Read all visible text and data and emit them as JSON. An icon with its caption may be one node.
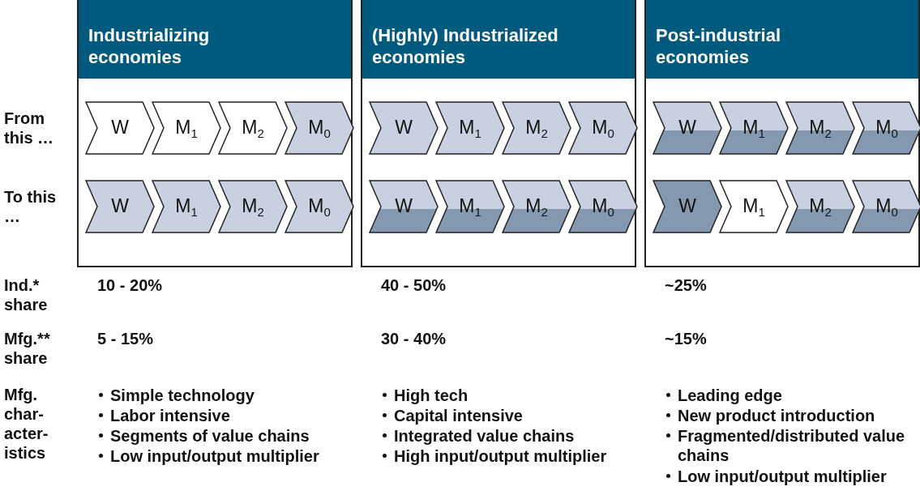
{
  "diagram": {
    "nodes": [
      {
        "text": [
          "Industrializing economies"
        ]
      },
      {
        "text": [
          "W"
        ],
        "in": 0
      },
      {
        "text": [
          "M$_{1}$"
        ],
        "in": 0
      },
      {
        "text": [
          "M$_{2}$"
        ],
        "in": 0
      },
      {
        "text": [
          "M$_{0}$"
        ],
        "in": 0
      },
      {
        "text": [
          "W"
        ],
        "in": 0
      },
      {
        "text": [
          "M$_{1}$"
        ],
        "in": 0
      },
      {
        "text": [
          "M$_{2}$"
        ],
        "in": 0
      },
      {
        "text": [
          "M$_{0}$"
        ],
        "in": 0
      },
      {
        "text": [
          "(Highly) Industrialized economies"
        ]
      },
      {
        "text": [
          "W"
        ],
        "in": 9
      },
      {
        "text": [
          "M$_{1}$"
        ],
        "in": 9
      },
      {
        "text": [
          "M$_{2}$"
        ],
        "in": 9
      },
      {
        "text": [
          "M$_{0}$"
        ],
        "in": 9
      },
      {
        "text": [
          "W"
        ],
        "in": 9
      },
      {
        "text": [
          "M$_{1}$"
        ],
        "in": 9
      },
      {
        "text": [
          "M$_{2}$"
        ],
        "in": 9
      },
      {
        "text": [
          "M$_{0}$"
        ],
        "in": 9
      },
      {
        "text": [
          "Post-industrial economies"
        ]
      },
      {
        "text": [
          "W"
        ],
        "in": 18
      },
      {
        "text": [
          "M$_{1}$"
        ],
        "in": 18
      },
      {
        "text": [
          "M$_{2}$"
        ],
        "in": 18
      },
      {
        "text": [
          "M$_{0}$"
        ],
        "in": 18
      },
      {
        "text": [
          "W"
        ],
        "in": 18
      },
      {
        "text": [
          "M$_{1}$"
        ],
        "in": 18
      },
      {
        "text": [
          "M$_{2}$"
        ],
        "in": 18
      },
      {
        "text": [
          "M$_{0}$"
        ],
        "in": 18
      }
    ],
    "edges": [],
    "labels": [
      "From this …",
      "To this …",
      "Ind.* share",
      "10 - 20%",
      "40 - 50%",
      "~25%",
      "Mfg.** share",
      "5 - 15%",
      "30 - 40%",
      "~15%",
      "Mfg. char- acter- istics",
      "Simple technology",
      "Labor intensive",
      "Segments of value chains",
      "Low input/output multiplier",
      "High tech",
      "Capital intensive",
      "Integrated value chains",
      "High input/output multiplier",
      "Leading edge",
      "New product introduction",
      "Fragmented/distributed value chains",
      "Low input/output multiplier"
    ]
  }
}
